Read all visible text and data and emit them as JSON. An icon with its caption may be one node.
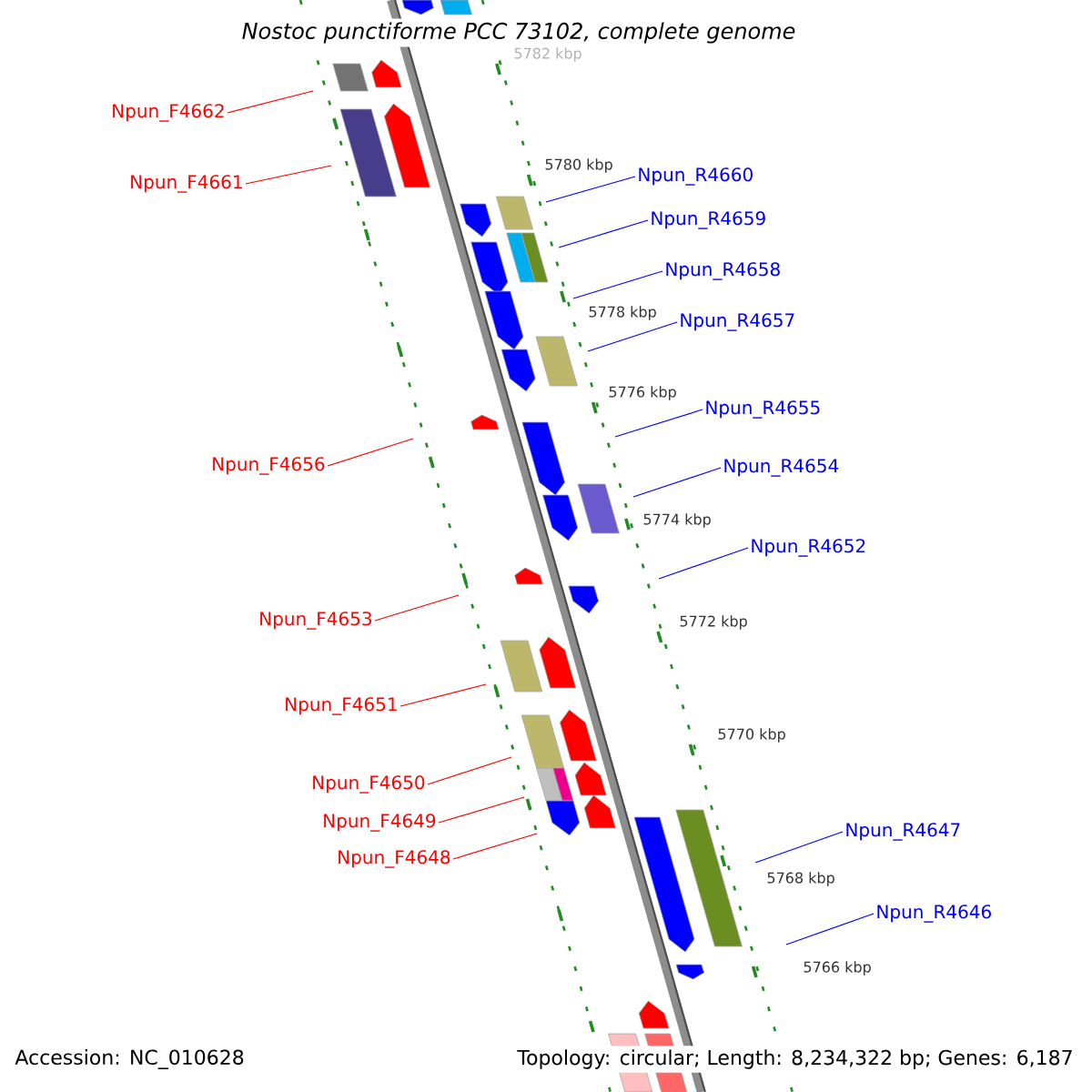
{
  "diagram": {
    "title": "Nostoc punctiforme PCC 73102, complete genome",
    "nodes": [
      {
        "text": [
          "Npun_F4662"
        ]
      },
      {
        "text": [
          "Npun_F4661"
        ]
      },
      {
        "text": [
          "Npun_R4660"
        ]
      },
      {
        "text": [
          "Npun_R4659"
        ]
      },
      {
        "text": [
          "Npun_R4658"
        ]
      },
      {
        "text": [
          "Npun_R4657"
        ]
      },
      {
        "text": [
          "Npun_R4655"
        ]
      },
      {
        "text": [
          "Npun_F4656"
        ]
      },
      {
        "text": [
          "Npun_R4654"
        ]
      },
      {
        "text": [
          "Npun_R4652"
        ]
      },
      {
        "text": [
          "Npun_F4653"
        ]
      },
      {
        "text": [
          "Npun_F4651"
        ]
      },
      {
        "text": [
          "Npun_F4650"
        ]
      },
      {
        "text": [
          "Npun_F4649"
        ]
      },
      {
        "text": [
          "Npun_R4647"
        ]
      },
      {
        "text": [
          "Npun_F4648"
        ]
      },
      {
        "text": [
          "Npun_R4646"
        ]
      }
    ],
    "edges": [
      {
        "from": 0,
        "to": null,
        "arrow": "none",
        "color": "#ff0000"
      },
      {
        "from": 1,
        "to": null,
        "arrow": "none",
        "color": "#ff0000"
      },
      {
        "from": 2,
        "to": null,
        "arrow": "none"
      },
      {
        "from": 3,
        "to": null,
        "arrow": "none"
      },
      {
        "from": 4,
        "to": null,
        "arrow": "none"
      },
      {
        "from": 5,
        "to": null,
        "arrow": "none"
      },
      {
        "from": 6,
        "to": null,
        "arrow": "none"
      },
      {
        "from": 7,
        "to": null,
        "arrow": "none",
        "color": "#ff0000"
      },
      {
        "from": 8,
        "to": null,
        "arrow": "none"
      },
      {
        "from": 9,
        "to": null,
        "arrow": "none"
      },
      {
        "from": 10,
        "to": null,
        "arrow": "none",
        "color": "#ff0000"
      },
      {
        "from": 11,
        "to": null,
        "arrow": "none",
        "color": "#ff0000"
      },
      {
        "from": 12,
        "to": null,
        "arrow": "none",
        "color": "#ff0000"
      },
      {
        "from": 13,
        "to": null,
        "arrow": "none",
        "color": "#ff0000"
      },
      {
        "from": 14,
        "to": null,
        "arrow": "none"
      },
      {
        "from": 15,
        "to": null,
        "arrow": "none",
        "color": "#ff0000"
      },
      {
        "from": 16,
        "to": null,
        "arrow": "none"
      }
    ],
    "labels": [
      "5782 kbp",
      "5780 kbp",
      "5778 kbp",
      "5776 kbp",
      "5774 kbp",
      "5772 kbp",
      "5770 kbp",
      "5768 kbp",
      "5766 kbp",
      "Accession: NC_010628",
      "Topology: circular; Length: 8,234,322 bp; Genes: 6,187"
    ]
  }
}
